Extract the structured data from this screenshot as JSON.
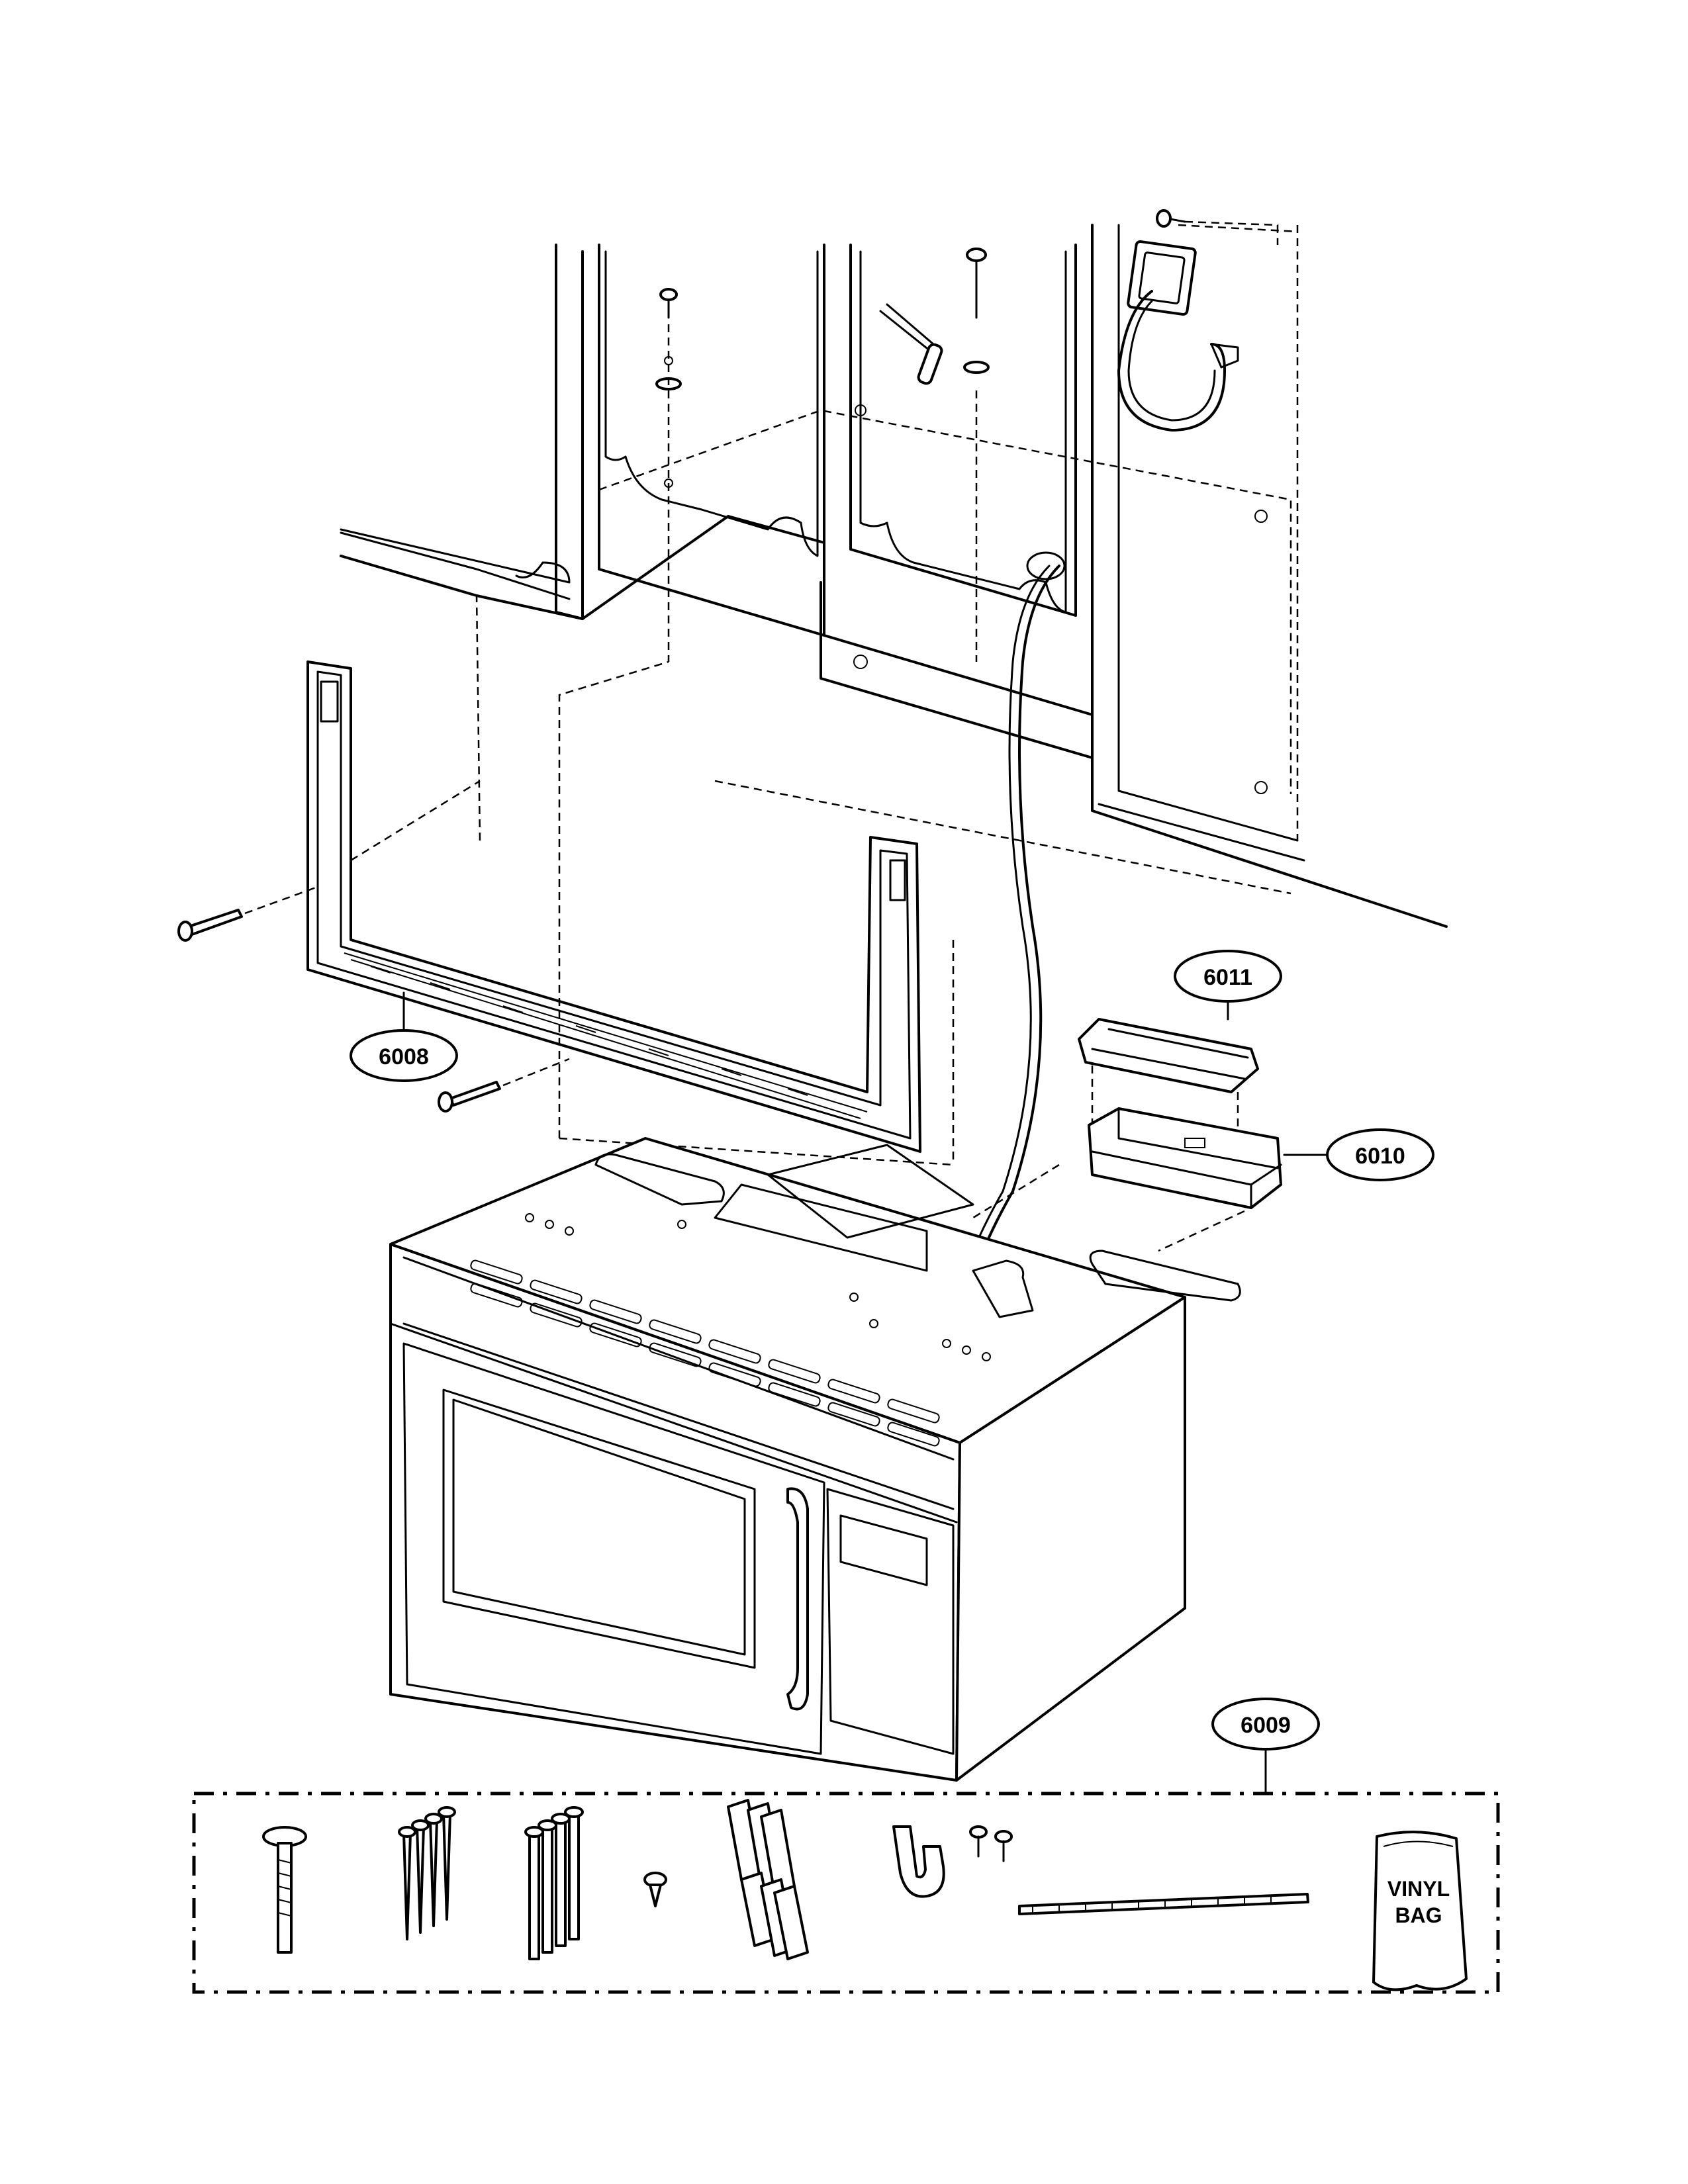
{
  "callouts": {
    "bracket": "6008",
    "kit": "6009",
    "duct_box": "6010",
    "duct_cover": "6011"
  },
  "kit_items": {
    "vinyl_bag_line1": "VINYL",
    "vinyl_bag_line2": "BAG"
  }
}
